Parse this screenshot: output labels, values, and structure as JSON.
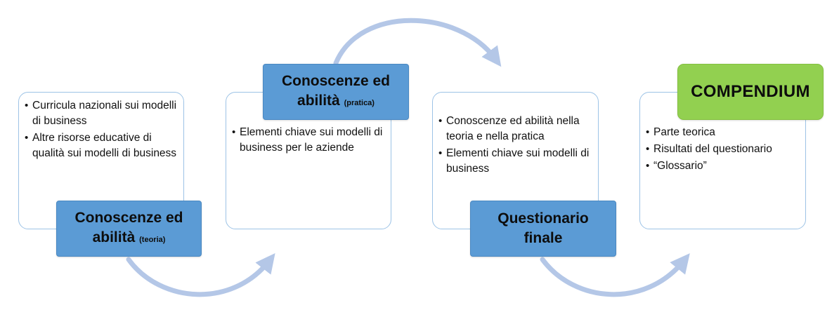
{
  "colors": {
    "card_border": "#9dc3e6",
    "title_blue": "#5b9bd5",
    "title_green": "#92d050",
    "arrow": "#b4c7e7"
  },
  "steps": [
    {
      "title_main": "Conoscenze ed abilità",
      "title_sub": "(teoria)",
      "bullets": [
        "Curricula nazionali sui modelli di business",
        "Altre risorse educative di qualità sui modelli di business"
      ]
    },
    {
      "title_main": "Conoscenze ed abilità",
      "title_sub": "(pratica)",
      "bullets": [
        "Elementi chiave sui modelli di business per le aziende"
      ]
    },
    {
      "title_main": "Questionario finale",
      "title_sub": "",
      "bullets": [
        "Conoscenze ed abilità nella teoria e nella pratica",
        "Elementi chiave sui modelli di business"
      ]
    },
    {
      "title_main": "COMPENDIUM",
      "title_sub": "",
      "bullets": [
        "Parte teorica",
        "Risultati del questionario",
        "“Glossario”"
      ]
    }
  ],
  "arrow_icons": [
    "curved-arrow-icon",
    "curved-arrow-icon",
    "curved-arrow-icon"
  ]
}
